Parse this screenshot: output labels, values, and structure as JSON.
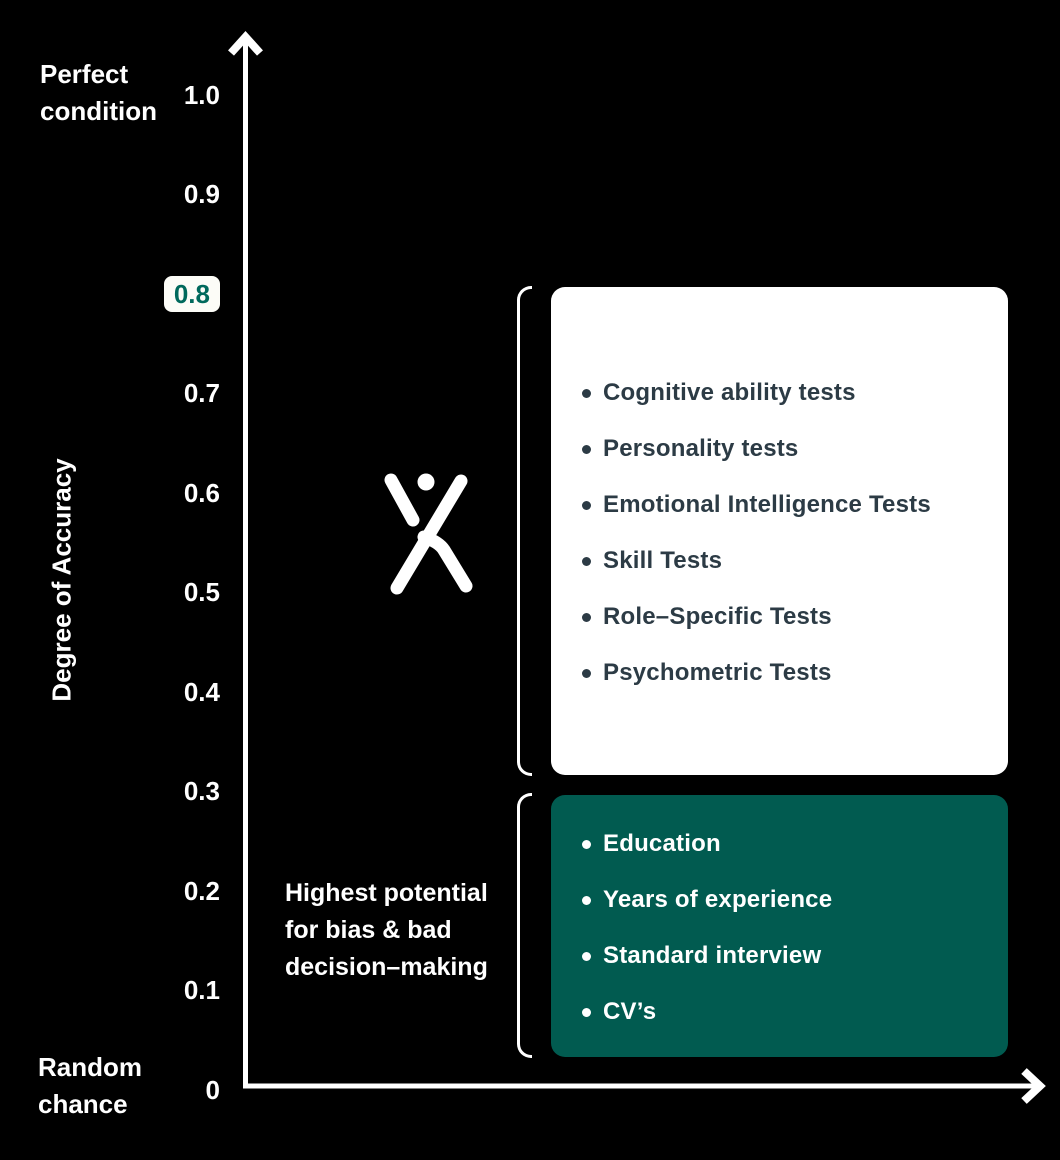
{
  "colors": {
    "background": "#000000",
    "card_green": "#015B50",
    "card_white": "#FFFFFF",
    "text_dark": "#2C3B45",
    "text_white": "#FFFFFF",
    "highlight_text": "#00695C",
    "highlight_box_bg": "#FCFCF7",
    "axis_color": "#FFFFFF"
  },
  "y_axis": {
    "axis_label": "Degree of Accuracy",
    "top_anchor": {
      "lines": [
        "Perfect",
        "condition"
      ]
    },
    "bottom_anchor": {
      "lines": [
        "Random",
        "chance"
      ]
    },
    "ticks": [
      "1.0",
      "0.9",
      "0.8",
      "0.7",
      "0.6",
      "0.5",
      "0.4",
      "0.3",
      "0.2",
      "0.1",
      "0"
    ],
    "highlighted_tick": "0.8"
  },
  "annotation": {
    "lines": [
      "Highest potential",
      "for bias & bad",
      "decision–making"
    ]
  },
  "logo": {
    "name": "person-figure-logo"
  },
  "groups": {
    "assessments": {
      "items": [
        "Cognitive ability tests",
        "Personality tests",
        "Emotional Intelligence Tests",
        "Skill Tests",
        "Role–Specific Tests",
        "Psychometric Tests"
      ]
    },
    "traditional": {
      "items": [
        "Education",
        "Years of experience",
        "Standard interview",
        "CV’s"
      ]
    }
  },
  "chart_data": {
    "type": "annotated_axis",
    "title": "",
    "ylabel": "Degree of Accuracy",
    "ylim": [
      0,
      1.0
    ],
    "yticks": [
      1.0,
      0.9,
      0.8,
      0.7,
      0.6,
      0.5,
      0.4,
      0.3,
      0.2,
      0.1,
      0
    ],
    "y_top_label": "Perfect condition",
    "y_bottom_label": "Random chance",
    "highlighted_value": 0.8,
    "grid": false,
    "groups": [
      {
        "y_range": [
          0.3,
          0.8
        ],
        "card_color": "#FFFFFF",
        "items": [
          "Cognitive ability tests",
          "Personality tests",
          "Emotional Intelligence Tests",
          "Skill Tests",
          "Role–Specific Tests",
          "Psychometric Tests"
        ]
      },
      {
        "y_range": [
          0.03,
          0.3
        ],
        "card_color": "#015B50",
        "annotation": "Highest potential for bias & bad decision–making",
        "items": [
          "Education",
          "Years of experience",
          "Standard interview",
          "CV’s"
        ]
      }
    ]
  }
}
